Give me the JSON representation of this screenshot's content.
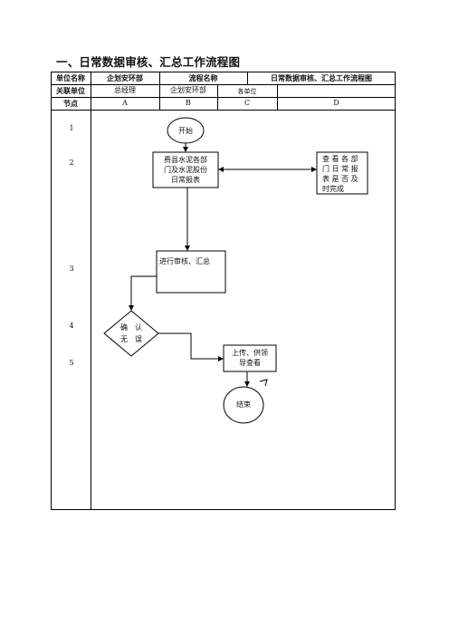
{
  "title": "一、日常数据审核、汇总工作流程图",
  "header": {
    "unit_label": "单位名称",
    "unit_value": "企划安环部",
    "process_label": "流程名称",
    "process_value": "日常数据审核、汇总工作流程图",
    "related_label": "关联单位",
    "related_units": [
      "总经理",
      "企划安环部",
      "各单位"
    ],
    "node_label": "节点",
    "columns": [
      "A",
      "B",
      "C",
      "D"
    ]
  },
  "rows": [
    "1",
    "2",
    "3",
    "4",
    "5"
  ],
  "flow": {
    "start": "开始",
    "collect": [
      "费县水泥各部",
      "门及水泥股份",
      "日常报表"
    ],
    "check": [
      "查 看 各 部",
      "门 日 常 报",
      "表 是 否 及",
      "时完成"
    ],
    "review": "进行审核、汇总",
    "confirm": [
      "确　认",
      "无　误"
    ],
    "upload": [
      "上传、供领",
      "导查看"
    ],
    "end": "结束"
  }
}
